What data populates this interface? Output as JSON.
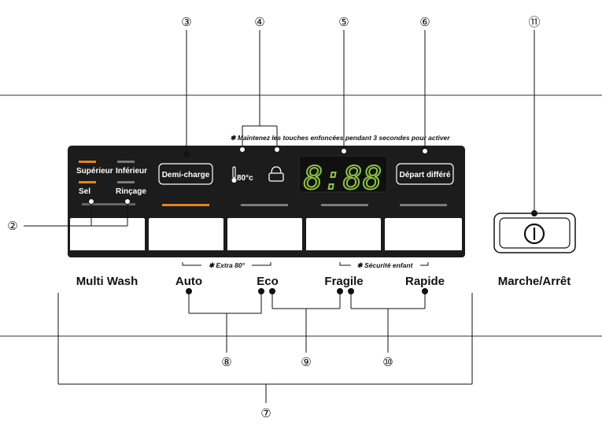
{
  "callouts": {
    "c2": "②",
    "c3": "③",
    "c4": "④",
    "c5": "⑤",
    "c6": "⑥",
    "c7": "⑦",
    "c8": "⑧",
    "c9": "⑨",
    "c10": "⑩",
    "c11": "⑪"
  },
  "note": "✱ Maintenez les touches enfoncées pendant 3 secondes pour activer",
  "indicators": {
    "superieur": "Supérieur",
    "inferieur": "Inférieur",
    "sel": "Sel",
    "rincage": "Rinçage"
  },
  "buttons": {
    "demi_charge": "Demi-charge",
    "temp": "80°c",
    "depart_differe": "Départ différé"
  },
  "display": {
    "digits": "8:88"
  },
  "groups": {
    "extra": "✱ Extra 80°",
    "securite": "✱ Sécurité enfant"
  },
  "programs": {
    "multi_wash": "Multi Wash",
    "auto": "Auto",
    "eco": "Eco",
    "fragile": "Fragile",
    "rapide": "Rapide",
    "marche_arret": "Marche/Arrêt"
  },
  "colors": {
    "panel": "#1c1c1c",
    "accent_orange": "#e8821e",
    "led_green": "#8dc63f",
    "led_grey": "#7a7a7a"
  }
}
